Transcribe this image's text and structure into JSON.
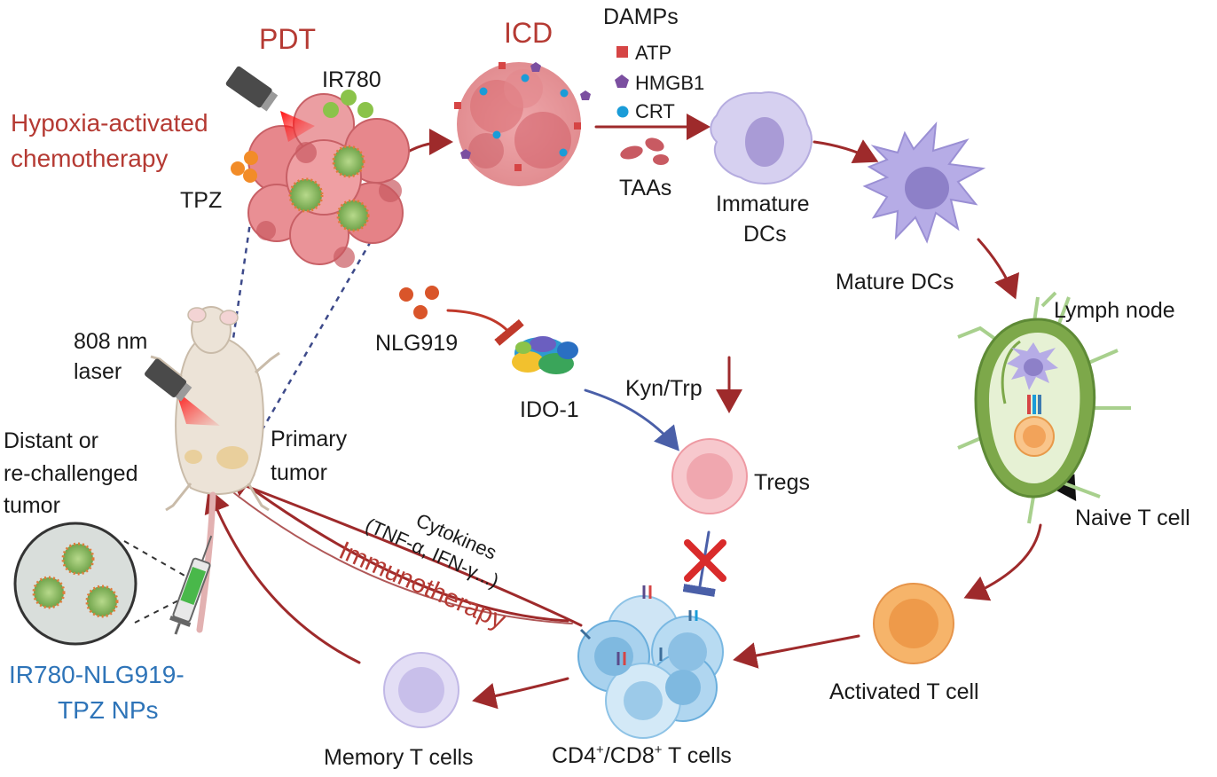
{
  "labels": {
    "pdt": "PDT",
    "icd": "ICD",
    "damps": "DAMPs",
    "atp": "ATP",
    "hmgb1": "HMGB1",
    "crt": "CRT",
    "taas": "TAAs",
    "ir780": "IR780",
    "hypoxia_line1": "Hypoxia-activated",
    "hypoxia_line2": "chemotherapy",
    "tpz": "TPZ",
    "immature_line1": "Immature",
    "immature_line2": "DCs",
    "mature_dcs": "Mature DCs",
    "lymph_node": "Lymph node",
    "naive_t": "Naive T cell",
    "laser_line1": "808 nm",
    "laser_line2": "laser",
    "nlg919": "NLG919",
    "ido1": "IDO-1",
    "kyn_trp": "Kyn/Trp",
    "tregs": "Tregs",
    "distant_line1": "Distant or",
    "distant_line2": "re-challenged",
    "distant_line3": "tumor",
    "primary_line1": "Primary",
    "primary_line2": "tumor",
    "cytokines_line1": "Cytokines",
    "cytokines_line2": "(TNF-α, IFN-γ...)",
    "immunotherapy": "Immunotherapy",
    "nps_line1": "IR780-NLG919-",
    "nps_line2": "TPZ NPs",
    "activated_t": "Activated T cell",
    "memory_t": "Memory T cells",
    "cd4": "CD4",
    "cd8": "/CD8",
    "plus": "+",
    "t_cells": " T cells"
  },
  "colors": {
    "red_label": "#b53a33",
    "blue_label": "#2e74b8",
    "arrow_red": "#9e2a2b",
    "arrow_blue": "#4a5fa8",
    "dc_purple": "#a99bd6",
    "t_orange": "#f2a35a",
    "t_blue": "#8ec3e6",
    "treg_pink": "#f4b8bf",
    "lymph_green": "#7da84a",
    "ir780_green": "#8bc34a",
    "tpz_orange": "#f28c28",
    "nlg_red": "#d9552a"
  },
  "icons": {
    "atp": "red-square",
    "hmgb1": "purple-pentagon",
    "crt": "blue-circle",
    "inhibit": "red-x"
  }
}
